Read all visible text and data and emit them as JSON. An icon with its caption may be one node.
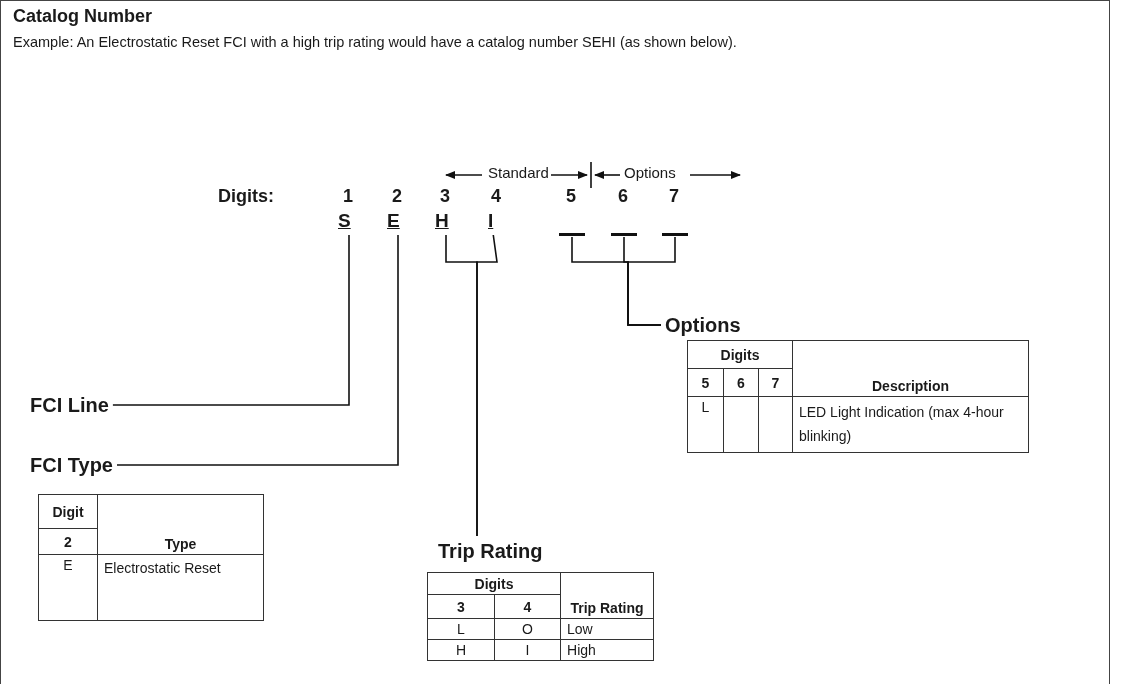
{
  "diagram": {
    "title": "Catalog Number",
    "nodes": [
      {
        "text": [
          "S"
        ]
      },
      {
        "text": [
          "E"
        ]
      },
      {
        "text": [
          "H"
        ]
      },
      {
        "text": [
          "I"
        ]
      },
      {
        "text": [],
        "shape": "bar"
      },
      {
        "text": [],
        "shape": "bar"
      },
      {
        "text": [],
        "shape": "bar"
      },
      {
        "text": [
          "FCI Line"
        ]
      },
      {
        "text": [
          "FCI Type"
        ]
      },
      {
        "text": [
          "Trip Rating"
        ]
      },
      {
        "text": [
          "Options"
        ]
      }
    ],
    "edges": [
      {
        "from": 0,
        "to": 7,
        "arrow": "none"
      },
      {
        "from": 1,
        "to": 8,
        "arrow": "none"
      },
      {
        "from": 2,
        "to": 9,
        "arrow": "none"
      },
      {
        "from": 3,
        "to": 9,
        "arrow": "none"
      },
      {
        "from": 4,
        "to": 10,
        "arrow": "none"
      },
      {
        "from": 5,
        "to": 10,
        "arrow": "none"
      },
      {
        "from": 6,
        "to": 10,
        "arrow": "none"
      }
    ],
    "labels": [
      "Example: An Electrostatic Reset FCI with a high trip rating would have a catalog number SEHI (as shown below).",
      "Standard",
      "Options",
      "Digits:",
      "1",
      "2",
      "3",
      "4",
      "5",
      "6",
      "7",
      "Digits",
      "5",
      "6",
      "7",
      "Description",
      "L",
      "LED Light Indication (max 4-hour blinking)",
      "Digit",
      "2",
      "Type",
      "E",
      "Electrostatic Reset",
      "Digits",
      "3",
      "4",
      "Trip Rating",
      "L",
      "O",
      "Low",
      "H",
      "I",
      "High"
    ]
  }
}
